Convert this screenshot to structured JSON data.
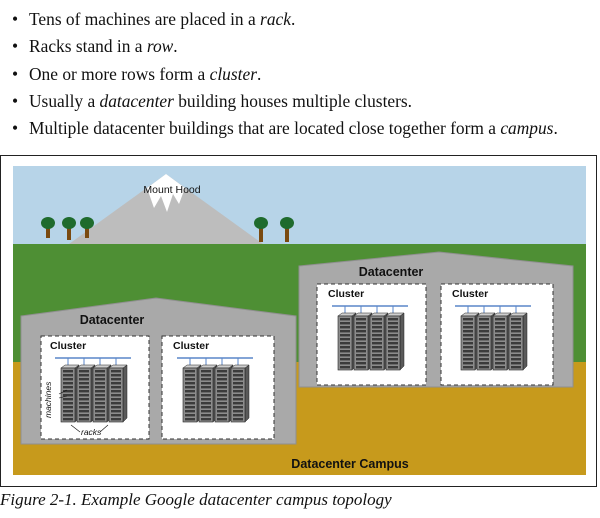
{
  "bullets": [
    {
      "before": "Tens of machines are placed in a ",
      "em": "rack",
      "after": "."
    },
    {
      "before": "Racks stand in a ",
      "em": "row",
      "after": "."
    },
    {
      "before": "One or more rows form a ",
      "em": "cluster",
      "after": "."
    },
    {
      "before": "Usually a ",
      "em": "datacenter",
      "after": " building houses multiple clusters."
    },
    {
      "before": "Multiple datacenter buildings that are located close together form a ",
      "em": "campus",
      "after": "."
    }
  ],
  "figure": {
    "mountain_label": "Mount Hood",
    "campus_label": "Datacenter Campus",
    "datacenters": [
      {
        "label": "Datacenter",
        "clusters": [
          {
            "label": "Cluster"
          },
          {
            "label": "Cluster"
          }
        ]
      },
      {
        "label": "Datacenter",
        "clusters": [
          {
            "label": "Cluster"
          },
          {
            "label": "Cluster"
          }
        ]
      }
    ],
    "machines_label": "machines",
    "racks_label": "racks",
    "colors": {
      "sky": "#b7d4e8",
      "grass": "#4e8f34",
      "soil": "#c79a1c",
      "building": "#a9a9a9",
      "mountain": "#bdbdbd",
      "tree_trunk": "#7a4a10",
      "tree_leaf": "#1f6b2d",
      "rack_cable": "#5a86c8"
    }
  },
  "caption": "Figure 2-1. Example Google datacenter campus topology"
}
